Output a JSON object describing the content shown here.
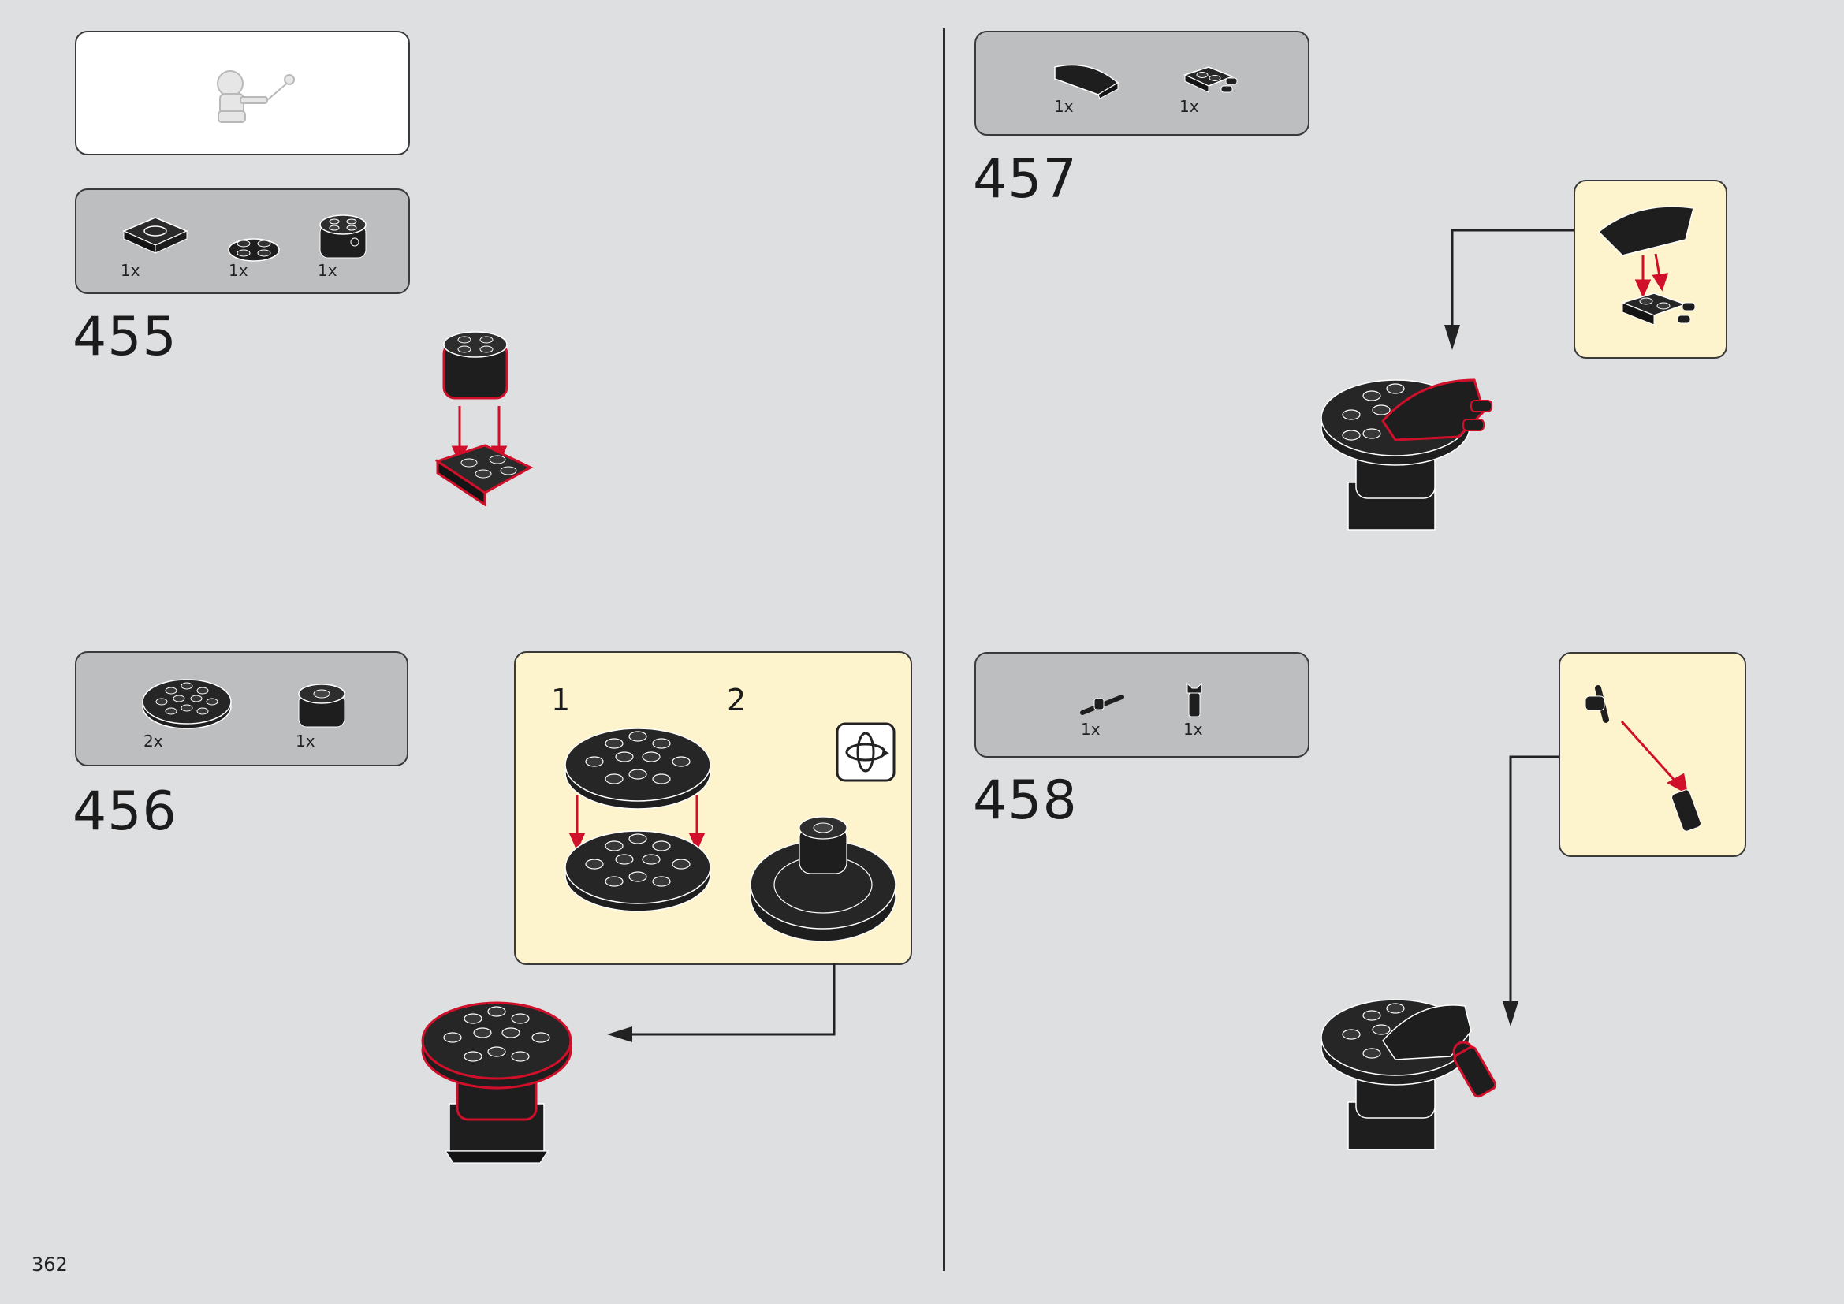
{
  "page": {
    "number": "362"
  },
  "preview": {
    "icon": "minifigure-preview-icon"
  },
  "steps": [
    {
      "number": "455",
      "parts": [
        {
          "qty": "1x",
          "icon": "plate-2x2-icon"
        },
        {
          "qty": "1x",
          "icon": "round-plate-2x2-icon"
        },
        {
          "qty": "1x",
          "icon": "round-brick-2x2-icon"
        }
      ]
    },
    {
      "number": "456",
      "parts": [
        {
          "qty": "2x",
          "icon": "round-plate-4x4-icon"
        },
        {
          "qty": "1x",
          "icon": "round-brick-2x2-icon"
        }
      ],
      "callout": {
        "substeps": [
          "1",
          "2"
        ],
        "icon": "rotate-model-icon"
      }
    },
    {
      "number": "457",
      "parts": [
        {
          "qty": "1x",
          "icon": "curved-slope-icon"
        },
        {
          "qty": "1x",
          "icon": "plate-with-clips-icon"
        }
      ]
    },
    {
      "number": "458",
      "parts": [
        {
          "qty": "1x",
          "icon": "bar-with-clip-icon"
        },
        {
          "qty": "1x",
          "icon": "bar-holder-clip-icon"
        }
      ]
    }
  ],
  "colors": {
    "background": "#dedfe1",
    "parts_panel": "#bdbec0",
    "callout": "#fdf3cc",
    "highlight": "#d0102a",
    "brick": "#1e1e1e"
  }
}
